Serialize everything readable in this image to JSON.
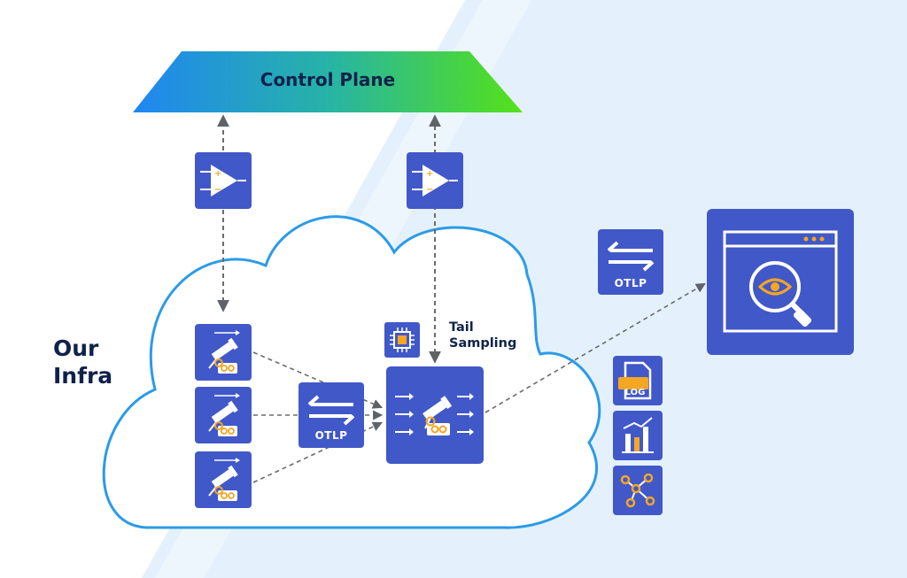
{
  "diagram": {
    "title": "Control Plane",
    "infra_label": "Our\nInfra",
    "tail_label": "Tail\nSampling",
    "otlp_center_label": "OTLP",
    "otlp_right_label": "OTLP",
    "log_badge_label": "LOG"
  },
  "colors": {
    "tile": "#4158c9",
    "accent": "#f5a623",
    "cloud_stroke": "#2b9be8",
    "control_plane_gradient": [
      "#1e88f0",
      "#52e11a"
    ],
    "arrow": "#6b6b6b"
  },
  "icons": [
    "amplifier-icon",
    "telescope-icon",
    "otlp-exchange-icon",
    "chip-icon",
    "browser-search-icon",
    "log-file-icon",
    "bar-chart-icon",
    "graph-nodes-icon"
  ]
}
